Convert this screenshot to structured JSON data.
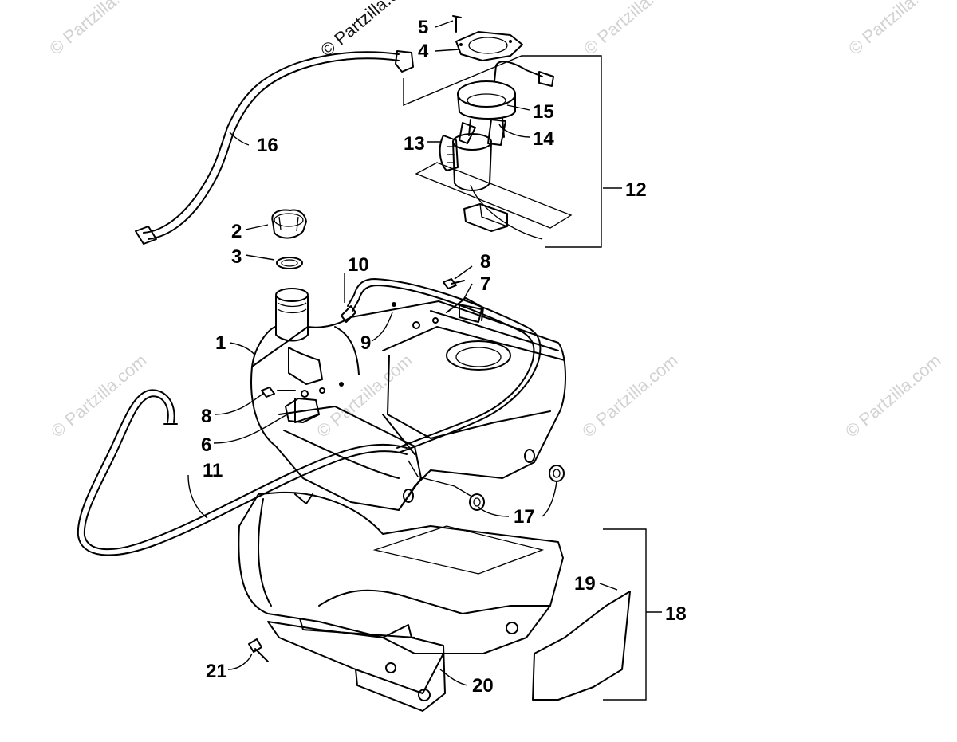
{
  "watermark": "© Partzilla.com",
  "callouts": {
    "c1": "1",
    "c2": "2",
    "c3": "3",
    "c4": "4",
    "c5": "5",
    "c6": "6",
    "c7": "7",
    "c8a": "8",
    "c8b": "8",
    "c9": "9",
    "c10": "10",
    "c11": "11",
    "c12": "12",
    "c13": "13",
    "c14": "14",
    "c15": "15",
    "c16": "16",
    "c17": "17",
    "c18": "18",
    "c19": "19",
    "c20": "20",
    "c21": "21"
  }
}
